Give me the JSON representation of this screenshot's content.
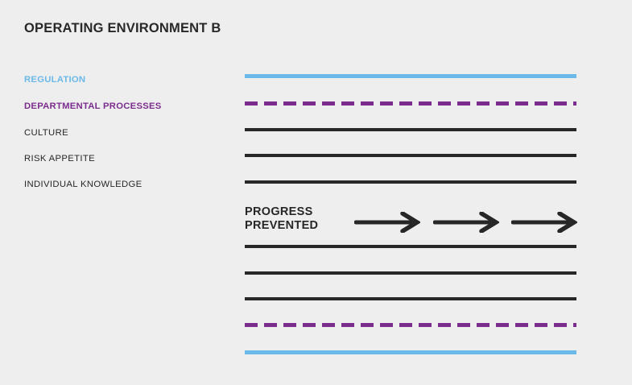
{
  "page": {
    "title": "OPERATING ENVIRONMENT B",
    "background_color": "#eeeeee"
  },
  "colors": {
    "regulation": "#6bb9e8",
    "departmental_processes": "#7b2d8e",
    "neutral_dark": "#272727",
    "background": "#eeeeee"
  },
  "legend": {
    "items": [
      {
        "label": "REGULATION",
        "color": "#6bb9e8",
        "style": "solid",
        "emphasis": "bold"
      },
      {
        "label": "DEPARTMENTAL PROCESSES",
        "color": "#7b2d8e",
        "style": "dashed",
        "emphasis": "bold"
      },
      {
        "label": "CULTURE",
        "color": "#272727",
        "style": "solid",
        "emphasis": "normal"
      },
      {
        "label": "RISK APPETITE",
        "color": "#272727",
        "style": "solid",
        "emphasis": "normal"
      },
      {
        "label": "INDIVIDUAL KNOWLEDGE",
        "color": "#272727",
        "style": "solid",
        "emphasis": "normal"
      }
    ]
  },
  "diagram": {
    "barriers": [
      {
        "index": 1,
        "layer": "REGULATION",
        "style": "solid",
        "color": "#6bb9e8"
      },
      {
        "index": 2,
        "layer": "DEPARTMENTAL PROCESSES",
        "style": "dashed",
        "color": "#7b2d8e"
      },
      {
        "index": 3,
        "layer": "CULTURE",
        "style": "solid",
        "color": "#272727"
      },
      {
        "index": 4,
        "layer": "RISK APPETITE",
        "style": "solid",
        "color": "#272727"
      },
      {
        "index": 5,
        "layer": "INDIVIDUAL KNOWLEDGE",
        "style": "solid",
        "color": "#272727"
      },
      {
        "index": 6,
        "layer": "INDIVIDUAL KNOWLEDGE",
        "style": "solid",
        "color": "#272727"
      },
      {
        "index": 7,
        "layer": "RISK APPETITE",
        "style": "solid",
        "color": "#272727"
      },
      {
        "index": 8,
        "layer": "CULTURE",
        "style": "solid",
        "color": "#272727"
      },
      {
        "index": 9,
        "layer": "DEPARTMENTAL PROCESSES",
        "style": "dashed",
        "color": "#7b2d8e"
      },
      {
        "index": 10,
        "layer": "REGULATION",
        "style": "solid",
        "color": "#6bb9e8"
      }
    ],
    "progress": {
      "label_line_1": "PROGRESS",
      "label_line_2": "PREVENTED",
      "arrow_count": 3,
      "arrow_direction": "right",
      "arrow_color": "#272727"
    }
  }
}
